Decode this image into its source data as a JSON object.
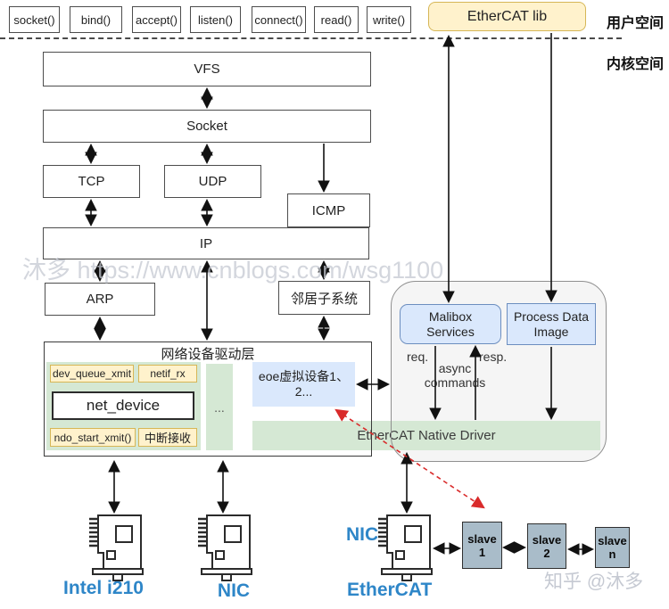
{
  "watermarks": {
    "main": "沐多 https://www.cnblogs.com/wsg1100",
    "zhihu": "知乎 @沐多"
  },
  "regions": {
    "user_space": "用户空间",
    "kernel_space": "内核空间"
  },
  "syscalls": [
    "socket()",
    "bind()",
    "accept()",
    "listen()",
    "connect()",
    "read()",
    "write()"
  ],
  "ethercat_lib": "EtherCAT lib",
  "stack": {
    "vfs": "VFS",
    "socket": "Socket",
    "tcp": "TCP",
    "udp": "UDP",
    "icmp": "ICMP",
    "ip": "IP",
    "arp": "ARP",
    "neighbor": "邻居子系统"
  },
  "driver": {
    "title": "网络设备驱动层",
    "dev_queue_xmit": "dev_queue_xmit",
    "netif_rx": "netif_rx",
    "net_device": "net_device",
    "ndo_start_xmit": "ndo_start_xmit()",
    "interrupt_rx": "中断接收",
    "ellipsis": "...",
    "eoe_line1": "eoe虚拟设备1、",
    "eoe_line2": "2...",
    "native_driver": "EtherCAT Native Driver"
  },
  "master_module": {
    "mailbox_line1": "Malibox",
    "mailbox_line2": "Services",
    "pdi_line1": "Process Data",
    "pdi_line2": "Image",
    "req": "req.",
    "resp": "resp.",
    "async_line1": "async",
    "async_line2": "commands"
  },
  "hardware": {
    "intel_label": "Intel i210",
    "nic_label": "NIC",
    "ethercat_nic_label": "NIC",
    "ethercat_label": "EtherCAT"
  },
  "slaves": [
    {
      "line1": "slave",
      "line2": "1"
    },
    {
      "line1": "slave",
      "line2": "2"
    },
    {
      "line1": "slave",
      "line2": "n"
    }
  ],
  "colors": {
    "yellow-fill": "#FFF2CC",
    "yellow-border": "#D6B656",
    "blue-fill": "#DAE8FC",
    "blue-border": "#6C8EBF",
    "green-fill": "#D5E8D4",
    "panel-gray": "#F5F5F5",
    "panel-border": "#8F8F8F",
    "slave-fill": "#A9BCC9",
    "slave-border": "#2F2F2F",
    "hw-label-blue": "#2E86C8",
    "red-arrow": "#D92B2B",
    "watermark-gray": "#C5C9D2"
  }
}
